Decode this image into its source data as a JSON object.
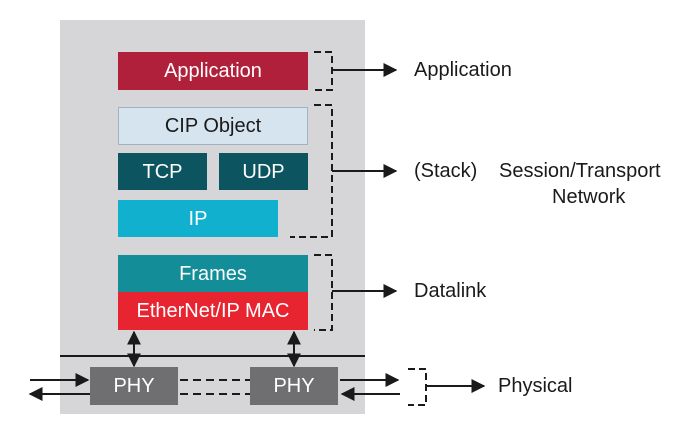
{
  "colors": {
    "application": "#b0203a",
    "cip_object": "#d5e4ef",
    "tcp_udp": "#0d5461",
    "ip": "#12b0cf",
    "frames": "#138d98",
    "mac": "#e82430",
    "phy": "#6f6f72",
    "panel": "#d6d6d8"
  },
  "stack": {
    "application": "Application",
    "cip_object": "CIP Object",
    "tcp": "TCP",
    "udp": "UDP",
    "ip": "IP",
    "frames": "Frames",
    "mac": "EtherNet/IP MAC"
  },
  "phy": {
    "left": "PHY",
    "right": "PHY"
  },
  "layers": {
    "application": "Application",
    "stack_prefix": "(Stack)",
    "session_transport": "Session/Transport",
    "network": "Network",
    "datalink": "Datalink",
    "physical": "Physical"
  }
}
